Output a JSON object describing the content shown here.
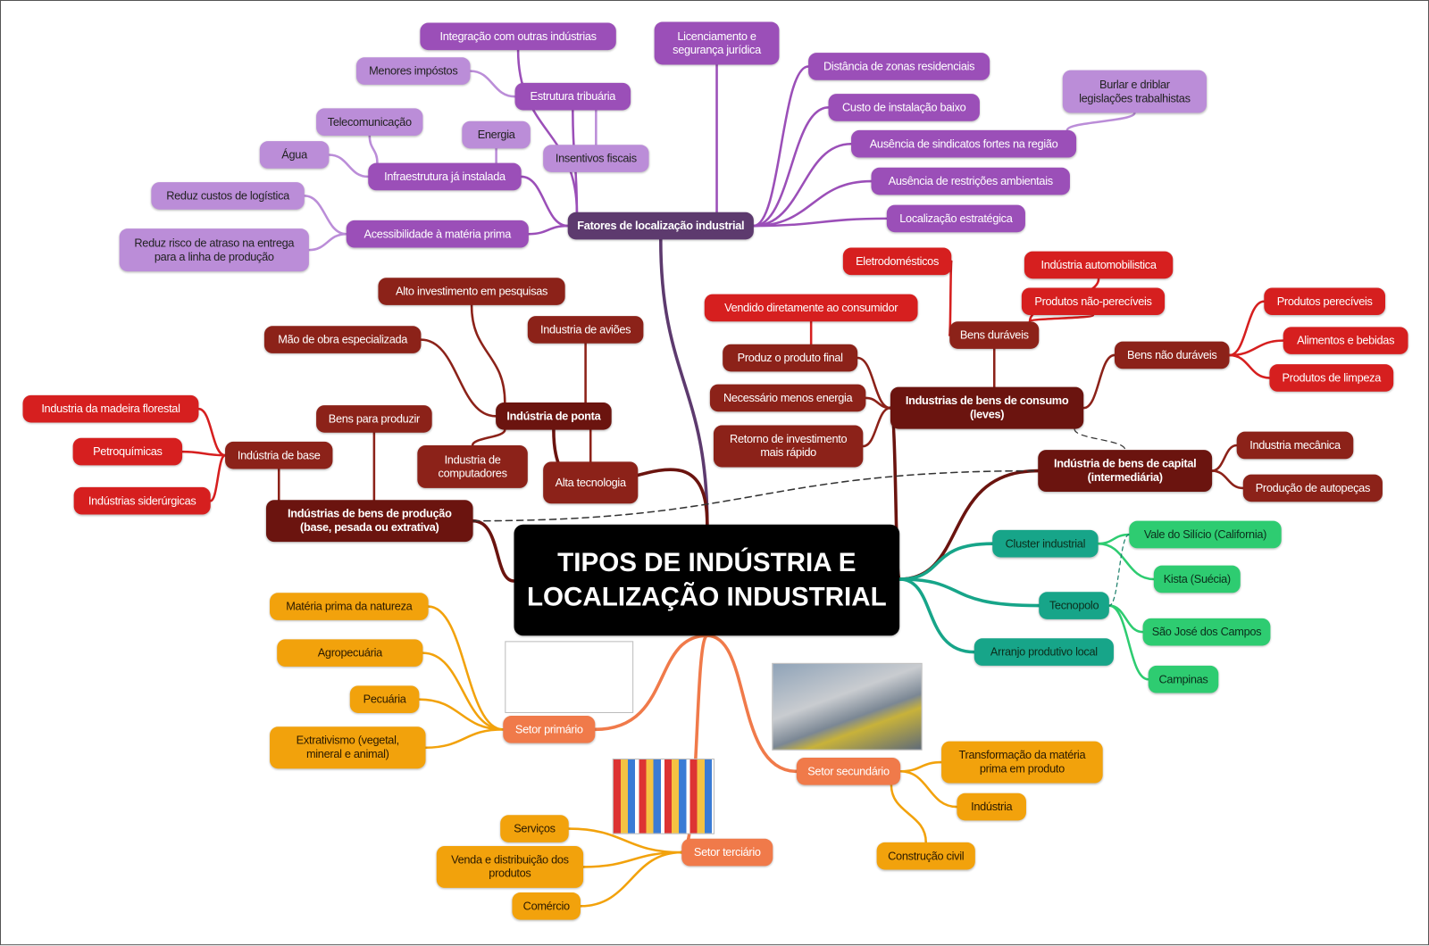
{
  "title": "TIPOS DE INDÚSTRIA E\nLOCALIZAÇÃO INDUSTRIAL",
  "colors": {
    "purple_dark": "#5d3a6e",
    "purple_mid": "#9b4fb8",
    "purple_light": "#bb8dd8",
    "red_dark": "#6b140f",
    "red_mid": "#8c2219",
    "red_bright": "#d61f1f",
    "teal": "#17a589",
    "green": "#2ecc71",
    "coral": "#f07a4a",
    "amber": "#f2a20c"
  },
  "nodes": {
    "fatores": "Fatores de localização industrial",
    "integracao": "Integração com outras indústrias",
    "licenciamento": "Licenciamento e\nsegurança jurídica",
    "menores": "Menores impóstos",
    "estrutura": "Estrutura tribuária",
    "telecom": "Telecomunicação",
    "energia": "Energia",
    "insentivos": "Insentivos fiscais",
    "agua": "Água",
    "infra": "Infraestrutura já instalada",
    "reduzcustos": "Reduz custos de logística",
    "acessibilidade": "Acessibilidade à matéria prima",
    "reduzrisco": "Reduz risco de atraso na entrega\npara a linha de produção",
    "distancia": "Distância de zonas residenciais",
    "custo": "Custo de instalação baixo",
    "burlar": "Burlar e driblar\nlegislações trabalhistas",
    "ausenciasind": "Ausência de sindicatos fortes na região",
    "ausenciarest": "Ausência de restrições ambientais",
    "localizacao": "Localização estratégica",
    "producao": "Indústrias de bens de produção\n(base, pesada ou extrativa)",
    "base": "Indústria de base",
    "madeira": "Industria da madeira florestal",
    "petro": "Petroquímicas",
    "siderurgicas": "Indústrias siderúrgicas",
    "bensproduzir": "Bens para produzir",
    "ponta": "Indústria de ponta",
    "alto": "Alto investimento em pesquisas",
    "maodeobra": "Mão de obra especializada",
    "avioes": "Industria de aviões",
    "computadores": "Industria de\ncomputadores",
    "altatec": "Alta tecnologia",
    "consumo": "Industrias de bens de consumo\n(leves)",
    "bensduraveis": "Bens duráveis",
    "eletro": "Eletrodomésticos",
    "automob": "Indústria automobilistica",
    "naopereciveis": "Produtos não-perecíveis",
    "vendido": "Vendido diretamente ao consumidor",
    "produz": "Produz o produto final",
    "menosenergia": "Necessário menos energia",
    "retorno": "Retorno de investimento\nmais rápido",
    "naoduraveis": "Bens não duráveis",
    "pereciveis": "Produtos perecíveis",
    "alimentos": "Alimentos e bebidas",
    "limpeza": "Produtos de limpeza",
    "capital": "Indústria de bens de capital\n(intermediária)",
    "mecanica": "Industria mecânica",
    "autopecas": "Produção de autopeças",
    "cluster": "Cluster industrial",
    "tecnopolo": "Tecnopolo",
    "arranjo": "Arranjo produtivo local",
    "vale": "Vale do Silício (California)",
    "kista": "Kista (Suécia)",
    "sjc": "São José dos Campos",
    "campinas": "Campinas",
    "primario": "Setor primário",
    "materia": "Matéria prima da natureza",
    "agro": "Agropecuária",
    "pecuaria": "Pecuária",
    "extrativismo": "Extrativismo (vegetal,\nmineral e animal)",
    "secundario": "Setor secundário",
    "transformacao": "Transformação da matéria\nprima em produto",
    "industria": "Indústria",
    "construcao": "Construção civil",
    "terciario": "Setor terciário",
    "servicos": "Serviços",
    "venda": "Venda e distribuição dos\nprodutos",
    "comercio": "Comércio"
  }
}
